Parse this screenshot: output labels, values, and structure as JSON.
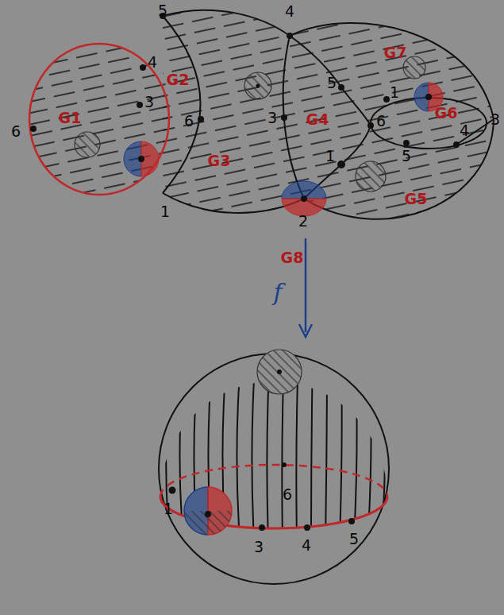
{
  "diagram": {
    "labels": [
      "6",
      "G1",
      "5",
      "4",
      "3",
      "G2",
      "6",
      "1",
      "G3",
      "4",
      "3",
      "G4",
      "5",
      "G7",
      "1",
      "6",
      "G6",
      "4",
      "3",
      "5",
      "1",
      "G5",
      "2",
      "G8",
      "f",
      "1",
      "3",
      "4",
      "5",
      "6"
    ]
  }
}
